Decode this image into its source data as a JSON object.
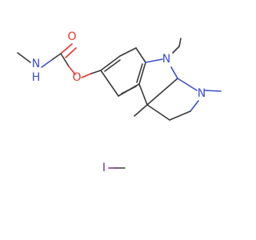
{
  "structure": {
    "atoms": [
      {
        "id": "O_carbonyl",
        "label": "O",
        "color": "#e5352c"
      },
      {
        "id": "O_ester",
        "label": "O",
        "color": "#e5352c"
      },
      {
        "id": "N_carbamate",
        "label": "N",
        "color": "#3a4fd0"
      },
      {
        "id": "H_carbamate",
        "label": "H",
        "color": "#3a4fd0"
      },
      {
        "id": "N_indoline",
        "label": "N",
        "color": "#3a4fd0"
      },
      {
        "id": "N_pyrrolidine",
        "label": "N",
        "color": "#3a4fd0"
      },
      {
        "id": "I_iodide",
        "label": "I",
        "color": "#7a2a8a"
      }
    ]
  }
}
